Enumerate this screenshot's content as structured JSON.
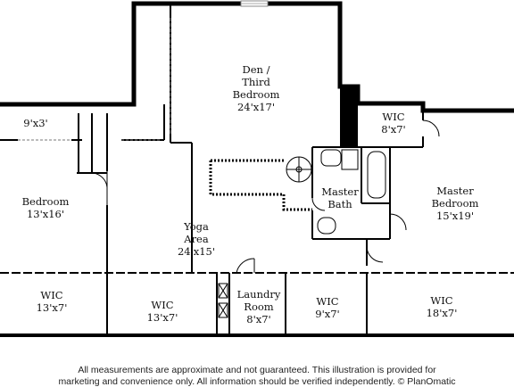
{
  "rooms": {
    "den": {
      "name_line1": "Den /",
      "name_line2": "Third",
      "name_line3": "Bedroom",
      "size": "24'x17'"
    },
    "closet_small": {
      "size": "9'x3'"
    },
    "wic_upper": {
      "name": "WIC",
      "size": "8'x7'"
    },
    "bedroom": {
      "name": "Bedroom",
      "size": "13'x16'"
    },
    "master_bath": {
      "name_line1": "Master",
      "name_line2": "Bath"
    },
    "master_bedroom": {
      "name_line1": "Master",
      "name_line2": "Bedroom",
      "size": "15'x19'"
    },
    "yoga": {
      "name_line1": "Yoga",
      "name_line2": "Area",
      "size": "24'x15'"
    },
    "wic_1": {
      "name": "WIC",
      "size": "13'x7'"
    },
    "wic_2": {
      "name": "WIC",
      "size": "13'x7'"
    },
    "laundry": {
      "name_line1": "Laundry",
      "name_line2": "Room",
      "size": "8'x7'"
    },
    "wic_3": {
      "name": "WIC",
      "size": "9'x7'"
    },
    "wic_4": {
      "name": "WIC",
      "size": "18'x7'"
    }
  },
  "disclaimer": {
    "line1": "All measurements are approximate and not guaranteed. This illustration is provided for",
    "line2": "marketing and convenience only. All information should be verified independently. © PlanOmatic"
  }
}
